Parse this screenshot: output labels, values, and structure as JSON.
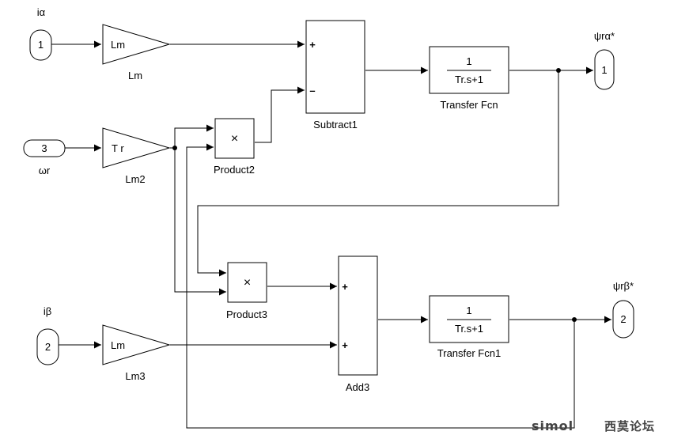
{
  "inports": [
    {
      "number": "1",
      "signal": "iα"
    },
    {
      "number": "3",
      "signal": "ωr"
    },
    {
      "number": "2",
      "signal": "iβ"
    }
  ],
  "outports": [
    {
      "number": "1",
      "signal": "ψrα*"
    },
    {
      "number": "2",
      "signal": "ψrβ*"
    }
  ],
  "gains": [
    {
      "name": "Lm",
      "value": "Lm"
    },
    {
      "name": "Lm2",
      "value": "T r"
    },
    {
      "name": "Lm3",
      "value": "Lm"
    }
  ],
  "products": [
    {
      "name": "Product2",
      "symbol": "×"
    },
    {
      "name": "Product3",
      "symbol": "×"
    }
  ],
  "sums": [
    {
      "name": "Subtract1",
      "signs": [
        "+",
        "–"
      ]
    },
    {
      "name": "Add3",
      "signs": [
        "+",
        "+"
      ]
    }
  ],
  "transfer_fcns": [
    {
      "name": "Transfer Fcn",
      "numerator": "1",
      "denominator": "Tr.s+1"
    },
    {
      "name": "Transfer Fcn1",
      "numerator": "1",
      "denominator": "Tr.s+1"
    }
  ],
  "watermark": {
    "brand": "simol",
    "cn": "西莫论坛"
  }
}
